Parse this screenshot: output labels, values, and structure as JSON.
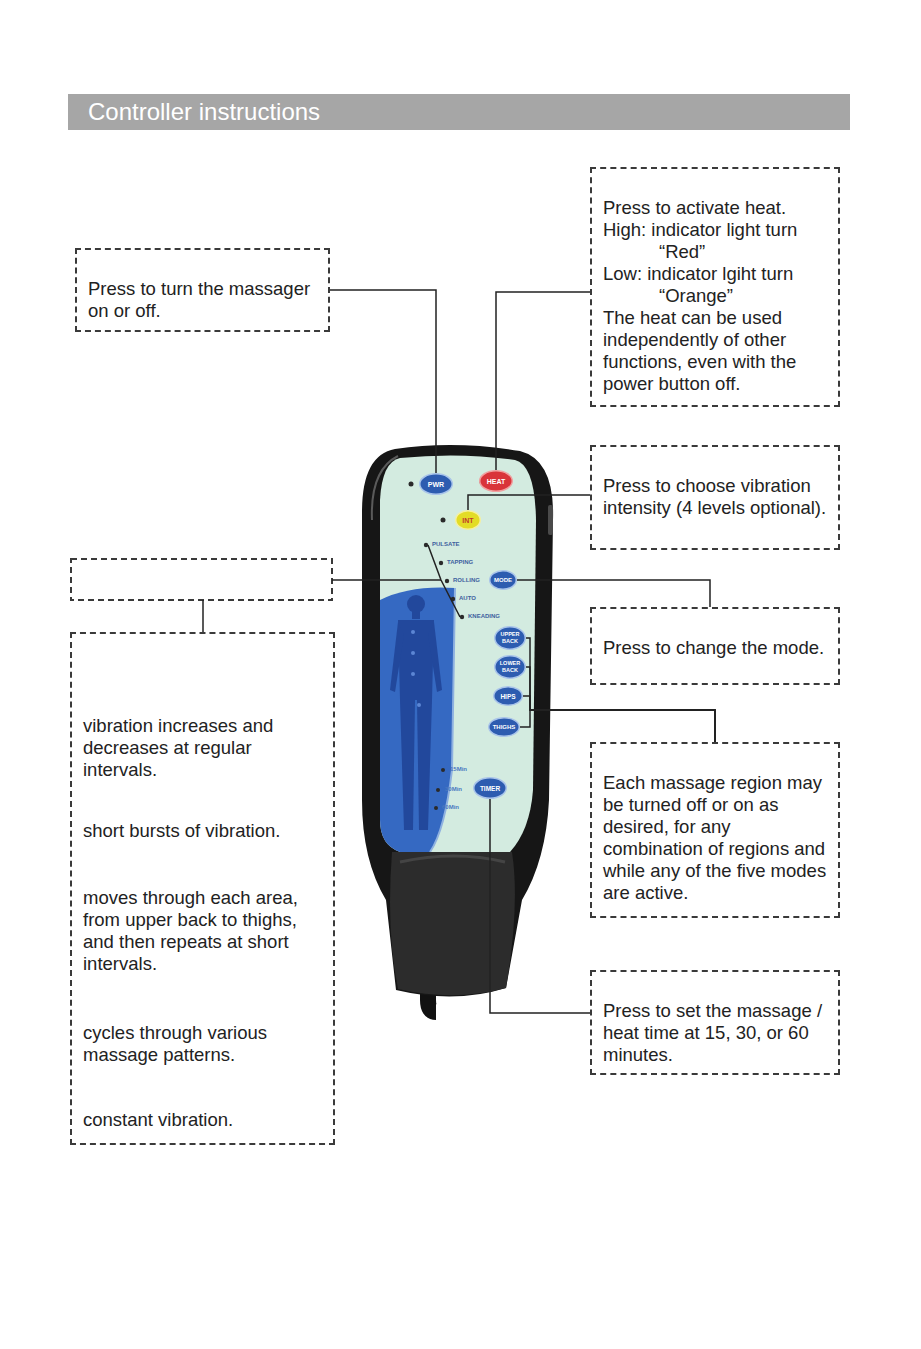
{
  "diagram": {
    "title": "Controller instructions",
    "nodes": [
      {
        "text": [
          "Press to turn the massager on or off."
        ]
      },
      {
        "text": [
          "Press to activate heat.",
          "High: indicator light turn “Red”",
          "Low: indicator lgiht turn “Orange”",
          "The heat can be used independently of other functions, even with the power button off."
        ]
      },
      {
        "text": [
          "PWR"
        ]
      },
      {
        "text": [
          "HEAT"
        ]
      },
      {
        "text": [
          "INT"
        ]
      },
      {
        "text": [
          "Press to choose vibration intensity (4 levels optional)."
        ]
      },
      {
        "text": [
          "MODE"
        ]
      },
      {
        "text": [
          "Press to change the mode."
        ]
      },
      {
        "text": [
          "vibration increases and decreases at regular intervals.",
          "short bursts of vibration.",
          "moves through each area, from upper back to thighs, and then repeats at short intervals.",
          "cycles through various massage patterns.",
          "constant vibration."
        ]
      },
      {
        "text": [
          "UPPER BACK"
        ]
      },
      {
        "text": [
          "LOWER BACK"
        ]
      },
      {
        "text": [
          "HIPS"
        ]
      },
      {
        "text": [
          "THIGHS"
        ]
      },
      {
        "text": [
          "Each massage region may be turned off or on as desired, for any combination of regions and while any of the five modes are active."
        ]
      },
      {
        "text": [
          "TIMER"
        ]
      },
      {
        "text": [
          "Press to set the massage / heat time at 15, 30, or 60 minutes."
        ]
      }
    ],
    "edges": [
      {
        "from": 0,
        "to": 2,
        "arrow": "none"
      },
      {
        "from": 1,
        "to": 3,
        "arrow": "none"
      },
      {
        "from": 5,
        "to": 4,
        "arrow": "none"
      },
      {
        "from": 7,
        "to": 6,
        "arrow": "none"
      },
      {
        "from": 13,
        "to": 9,
        "arrow": "none"
      },
      {
        "from": 13,
        "to": 10,
        "arrow": "none"
      },
      {
        "from": 13,
        "to": 11,
        "arrow": "none"
      },
      {
        "from": 13,
        "to": 12,
        "arrow": "none"
      },
      {
        "from": 15,
        "to": 14,
        "arrow": "none"
      }
    ],
    "labels": [
      "PULSATE",
      "TAPPING",
      "ROLLING",
      "AUTO",
      "KNEADING",
      "15Min",
      "30Min",
      "60Min"
    ]
  }
}
